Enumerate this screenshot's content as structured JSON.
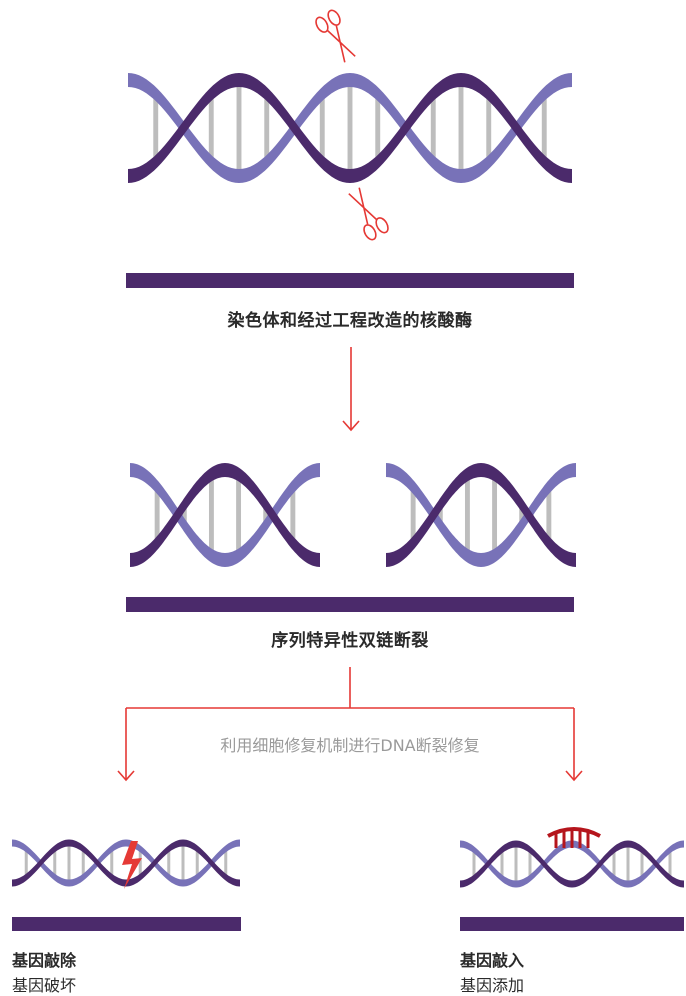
{
  "colors": {
    "strand_dark": "#4b2a6b",
    "strand_light": "#7872b8",
    "rungs": "#bdbdbd",
    "arrow": "#e53935",
    "caption_text": "#2a2a2a",
    "note_text": "#9a9a9a"
  },
  "icons": [
    "scissors-icon",
    "lightning-icon",
    "dna-insert-icon"
  ],
  "step1": {
    "caption": "染色体和经过工程改造的核酸酶"
  },
  "step2": {
    "caption": "序列特异性双链断裂"
  },
  "repair_note": "利用细胞修复机制进行DNA断裂修复",
  "outcomes": [
    {
      "title": "基因敲除",
      "subtitle": "基因破坏"
    },
    {
      "title": "基因敲入",
      "subtitle": "基因添加"
    }
  ]
}
